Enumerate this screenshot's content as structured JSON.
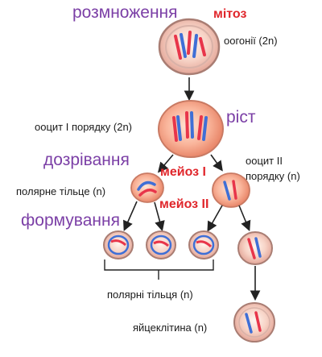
{
  "stages": {
    "reproduction": "розмноження",
    "growth": "ріст",
    "maturation": "дозрівання",
    "formation": "формування"
  },
  "divisions": {
    "mitosis": "мітоз",
    "meiosis1": "мейоз I",
    "meiosis2": "мейоз II"
  },
  "cells": {
    "oogonia": "оогонії (2n)",
    "oocyte1": "ооцит I порядку (2n)",
    "oocyte2_line1": "ооцит II",
    "oocyte2_line2": "порядку (n)",
    "polar_body": "полярне тільце (n)",
    "polar_bodies": "полярні тільця (n)",
    "egg": "яйцеклітина (n)"
  },
  "colors": {
    "stage_text": "#7b3fa6",
    "division_text": "#e0262b",
    "chromosome_red": "#e8354a",
    "chromosome_blue": "#3f6fd6",
    "cell_pink": "#f6c9bf",
    "cell_ring": "#b98e84",
    "arrow": "#222222"
  }
}
